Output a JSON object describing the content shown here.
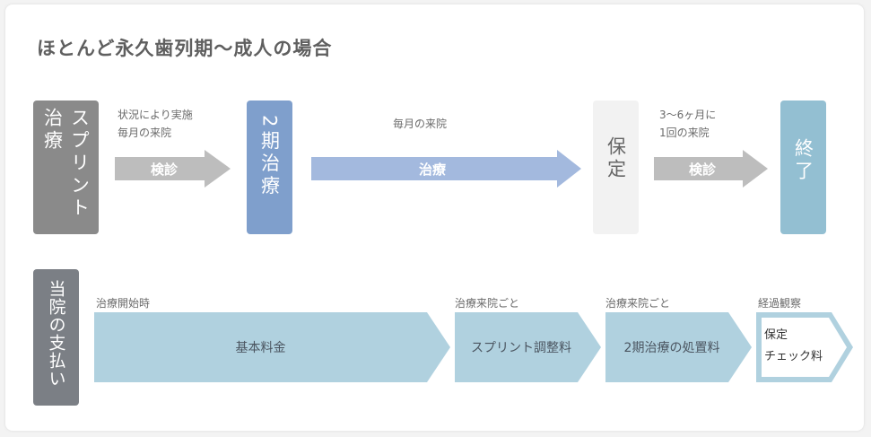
{
  "title": "ほとんど永久歯列期〜成人の場合",
  "colors": {
    "splint_box": "#8a8a8a",
    "phase2_box": "#7f9fcc",
    "retention_box": "#f2f2f2",
    "end_box": "#93bfd2",
    "payment_box": "#7b7f85",
    "gray_arrow": "#bdbdbd",
    "blue_arrow": "#a3b9de",
    "pay_arrow": "#b0d1df",
    "white_text": "#ffffff"
  },
  "top_row": {
    "splint_label": "スプリント治療",
    "splint_col1": "スプリント",
    "splint_col2": "治療",
    "checkup1_note_line1": "状況により実施",
    "checkup1_note_line2": "毎月の来院",
    "checkup1_label": "検診",
    "phase2_label": "2期治療",
    "treatment_note": "毎月の来院",
    "treatment_label": "治療",
    "retention_label": "保定",
    "checkup2_note_line1": "3〜6ヶ月に",
    "checkup2_note_line2": "1回の来院",
    "checkup2_label": "検診",
    "end_label": "終了"
  },
  "payment_row": {
    "label": "当院の支払い",
    "items": [
      {
        "note": "治療開始時",
        "label": "基本料金"
      },
      {
        "note": "治療来院ごと",
        "label": "スプリント調整料"
      },
      {
        "note": "治療来院ごと",
        "label": "2期治療の処置料"
      },
      {
        "note": "経過観察",
        "label_line1": "保定",
        "label_line2": "チェック料"
      }
    ]
  }
}
